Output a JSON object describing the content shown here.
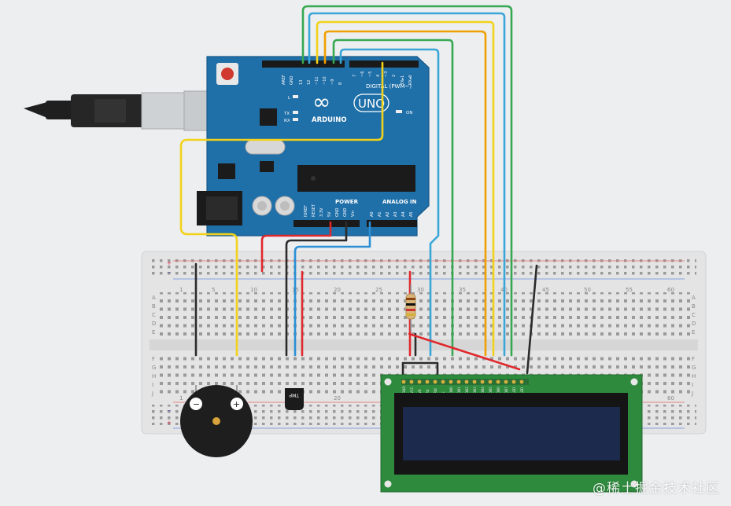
{
  "colors": {
    "background": "#eceef0",
    "board": "#1f6fa8",
    "breadboard": "#e6e6e6",
    "lcd_pcb": "#2e8b3d",
    "lcd_screen": "#1c2a4d",
    "wire_green": "#36a852",
    "wire_lightblue": "#3aa6d8",
    "wire_yellow": "#f2d21b",
    "wire_orange": "#f0a000",
    "wire_red": "#e0282c",
    "wire_black": "#2b2b2b",
    "wire_blue": "#2b8fd6"
  },
  "arduino": {
    "brand": "ARDUINO",
    "model": "UNO",
    "logo_symbol": "∞",
    "digital_header": "DIGITAL (PWM~)",
    "power_label": "POWER",
    "analog_label": "ANALOG IN",
    "on_label": "ON",
    "led_l": "L",
    "led_tx": "TX",
    "led_rx": "RX",
    "digital_pins": [
      "AREF",
      "GND",
      "13",
      "12",
      "~11",
      "~10",
      "~9",
      "8",
      "7",
      "~6",
      "~5",
      "4",
      "~3",
      "2",
      "TX▸1",
      "RX◂0"
    ],
    "power_pins": [
      "IOREF",
      "RESET",
      "3.3V",
      "5V",
      "GND",
      "GND",
      "Vin"
    ],
    "analog_pins": [
      "A0",
      "A1",
      "A2",
      "A3",
      "A4",
      "A5"
    ]
  },
  "breadboard": {
    "column_numbers": [
      "1",
      "5",
      "10",
      "15",
      "20",
      "25",
      "30",
      "35",
      "40",
      "45",
      "50",
      "55",
      "60"
    ],
    "row_letters_top": [
      "A",
      "B",
      "C",
      "D",
      "E"
    ],
    "row_letters_bottom": [
      "F",
      "G",
      "H",
      "I",
      "J"
    ],
    "rail_plus": "+",
    "rail_minus": "−"
  },
  "lcd": {
    "pins": [
      "GND",
      "VCC",
      "V0",
      "RS",
      "RW",
      "E",
      "DB0",
      "DB1",
      "DB2",
      "DB3",
      "DB4",
      "DB5",
      "DB6",
      "DB7",
      "LED",
      "LED"
    ]
  },
  "sensor": {
    "label": "TMP"
  },
  "buzzer": {
    "minus": "−",
    "plus": "+"
  },
  "watermark": "@稀土掘金技术社区"
}
